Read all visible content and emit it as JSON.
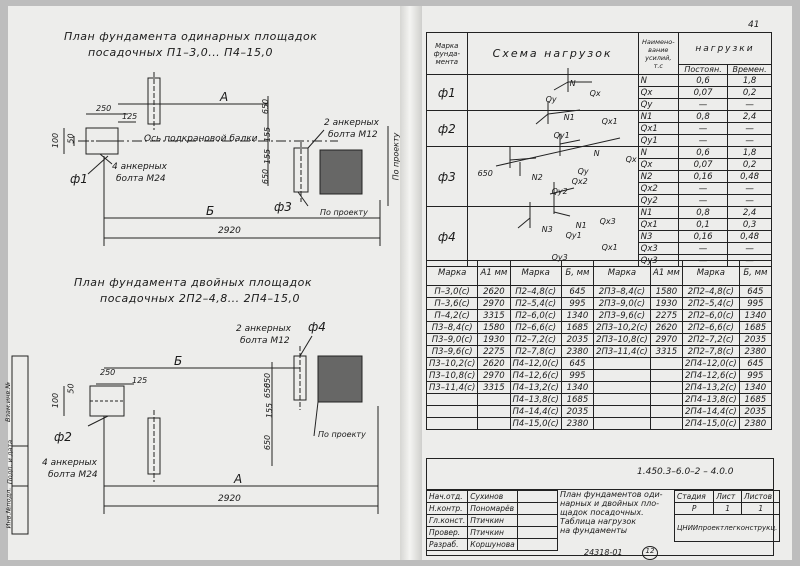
{
  "sheet_number": "41",
  "left": {
    "plan1": {
      "title_line1": "План фундамента одинарных площадок",
      "title_line2": "посадочных П1–3,0... П4–15,0",
      "dims": {
        "d250": "250",
        "d125": "125",
        "d100": "100",
        "d50": "50",
        "d650a": "650",
        "d155a": "155",
        "d155b": "155",
        "d650b": "650",
        "dA": "A",
        "dB": "Б",
        "d2920": "2920"
      },
      "crane_axis": "Ось подкрановой балки",
      "anchors_m24_line1": "4 анкерных",
      "anchors_m24_line2": "болта М24",
      "anchors_m12_line1": "2 анкерных",
      "anchors_m12_line2": "болта М12",
      "f1": "ф1",
      "f3": "ф3",
      "by_project_v": "По проекту",
      "by_project_h": "По проекту"
    },
    "plan2": {
      "title_line1": "План фундамента двойных площадок",
      "title_line2": "посадочных 2П2–4,8... 2П4–15,0",
      "anchors_m12_line1": "2 анкерных",
      "anchors_m12_line2": "болта М12",
      "f4": "ф4",
      "f2": "ф2",
      "dims": {
        "dB": "Б",
        "d250": "250",
        "d125": "125",
        "d50": "50",
        "d100": "100",
        "d650a": "650",
        "d155": "155",
        "d650b": "650",
        "d650c": "650",
        "dA": "A",
        "d2920": "2920"
      },
      "anchors_m24_line1": "4 анкерных",
      "anchors_m24_line2": "болта М24",
      "by_project": "По проекту"
    },
    "side_stamp": [
      "Инв.№подл.",
      "Подп. и дата",
      "Взам.инв.№"
    ]
  },
  "loads_table": {
    "header": {
      "mark": "Марка фунда-мента",
      "scheme": "Схема нагрузок",
      "name": "Наимено-вание усилий, т.с",
      "loads": "нагрузки",
      "const": "Постоян.",
      "temp": "Времен."
    },
    "groups": [
      {
        "mark": "ф1",
        "rows": [
          [
            "N",
            "0,6",
            "1,8"
          ],
          [
            "Qx",
            "0,07",
            "0,2"
          ],
          [
            "Qy",
            "—",
            "—"
          ]
        ],
        "labels": {
          "n": "N",
          "qx": "Qx",
          "qy": "Qy"
        }
      },
      {
        "mark": "ф2",
        "rows": [
          [
            "N1",
            "0,8",
            "2,4"
          ],
          [
            "Qx1",
            "—",
            "—"
          ],
          [
            "Qy1",
            "—",
            "—"
          ]
        ],
        "labels": {
          "n1": "N1",
          "qx1": "Qx1",
          "qy1": "Qy1"
        }
      },
      {
        "mark": "ф3",
        "rows": [
          [
            "N",
            "0,6",
            "1,8"
          ],
          [
            "Qx",
            "0,07",
            "0,2"
          ],
          [
            "N2",
            "0,16",
            "0,48"
          ],
          [
            "Qx2",
            "—",
            "—"
          ],
          [
            "Qy2",
            "—",
            "—"
          ]
        ],
        "labels": {
          "d650": "650",
          "n": "N",
          "qx": "Qx",
          "qy": "Qy",
          "n2": "N2",
          "qx2": "Qx2",
          "qy2": "Qy2"
        }
      },
      {
        "mark": "ф4",
        "rows": [
          [
            "N1",
            "0,8",
            "2,4"
          ],
          [
            "Qx1",
            "0,1",
            "0,3"
          ],
          [
            "N3",
            "0,16",
            "0,48"
          ],
          [
            "Qx3",
            "—",
            "—"
          ],
          [
            "Qy3",
            "—",
            "—"
          ]
        ],
        "labels": {
          "n1": "N1",
          "n3": "N3",
          "qx1": "Qx1",
          "qy1": "Qy1",
          "qx3": "Qx3",
          "qy3": "Qy3"
        }
      }
    ]
  },
  "marks_table": {
    "headers": [
      "Марка",
      "A1 мм",
      "Марка",
      "Б, мм",
      "Марка",
      "A1 мм",
      "Марка",
      "Б, мм"
    ],
    "rows": [
      [
        "П–3,0(с)",
        "2620",
        "П2–4,8(с)",
        "645",
        "2П3–8,4(с)",
        "1580",
        "2П2–4,8(с)",
        "645"
      ],
      [
        "П–3,6(с)",
        "2970",
        "П2–5,4(с)",
        "995",
        "2П3–9,0(с)",
        "1930",
        "2П2–5,4(с)",
        "995"
      ],
      [
        "П–4,2(с)",
        "3315",
        "П2–6,0(с)",
        "1340",
        "2П3–9,6(с)",
        "2275",
        "2П2–6,0(с)",
        "1340"
      ],
      [
        "П3–8,4(с)",
        "1580",
        "П2–6,6(с)",
        "1685",
        "2П3–10,2(с)",
        "2620",
        "2П2–6,6(с)",
        "1685"
      ],
      [
        "П3–9,0(с)",
        "1930",
        "П2–7,2(с)",
        "2035",
        "2П3–10,8(с)",
        "2970",
        "2П2–7,2(с)",
        "2035"
      ],
      [
        "П3–9,6(с)",
        "2275",
        "П2–7,8(с)",
        "2380",
        "2П3–11,4(с)",
        "3315",
        "2П2–7,8(с)",
        "2380"
      ],
      [
        "П3–10,2(с)",
        "2620",
        "П4–12,0(с)",
        "645",
        "",
        "",
        "2П4–12,0(с)",
        "645"
      ],
      [
        "П3–10,8(с)",
        "2970",
        "П4–12,6(с)",
        "995",
        "",
        "",
        "2П4–12,6(с)",
        "995"
      ],
      [
        "П3–11,4(с)",
        "3315",
        "П4–13,2(с)",
        "1340",
        "",
        "",
        "2П4–13,2(с)",
        "1340"
      ],
      [
        "",
        "",
        "П4–13,8(с)",
        "1685",
        "",
        "",
        "2П4–13,8(с)",
        "1685"
      ],
      [
        "",
        "",
        "П4–14,4(с)",
        "2035",
        "",
        "",
        "2П4–14,4(с)",
        "2035"
      ],
      [
        "",
        "",
        "П4–15,0(с)",
        "2380",
        "",
        "",
        "2П4–15,0(с)",
        "2380"
      ]
    ]
  },
  "title_block": {
    "code": "1.450.3–6.0–2 – 4.0.0",
    "rows": [
      [
        "Нач.отд.",
        "Сухинов"
      ],
      [
        "Н.контр.",
        "Пономарёв"
      ],
      [
        "Гл.конст.",
        "Птичкин"
      ],
      [
        "Провер.",
        "Птичкин"
      ],
      [
        "Разраб.",
        "Коршунова"
      ]
    ],
    "desc_line1": "План фундаментов оди-",
    "desc_line2": "нарных и двойных пло-",
    "desc_line3": "щадок посадочных.",
    "desc_line4": "Таблица нагрузок",
    "desc_line5": "на фундаменты",
    "stage_h": "Стадия",
    "sheet_h": "Лист",
    "sheets_h": "Листов",
    "stage": "Р",
    "sheet": "1",
    "sheets": "1",
    "org": "ЦНИИпроектлегконструкц."
  },
  "footer_num": "24318-01",
  "footer_circle": "12"
}
